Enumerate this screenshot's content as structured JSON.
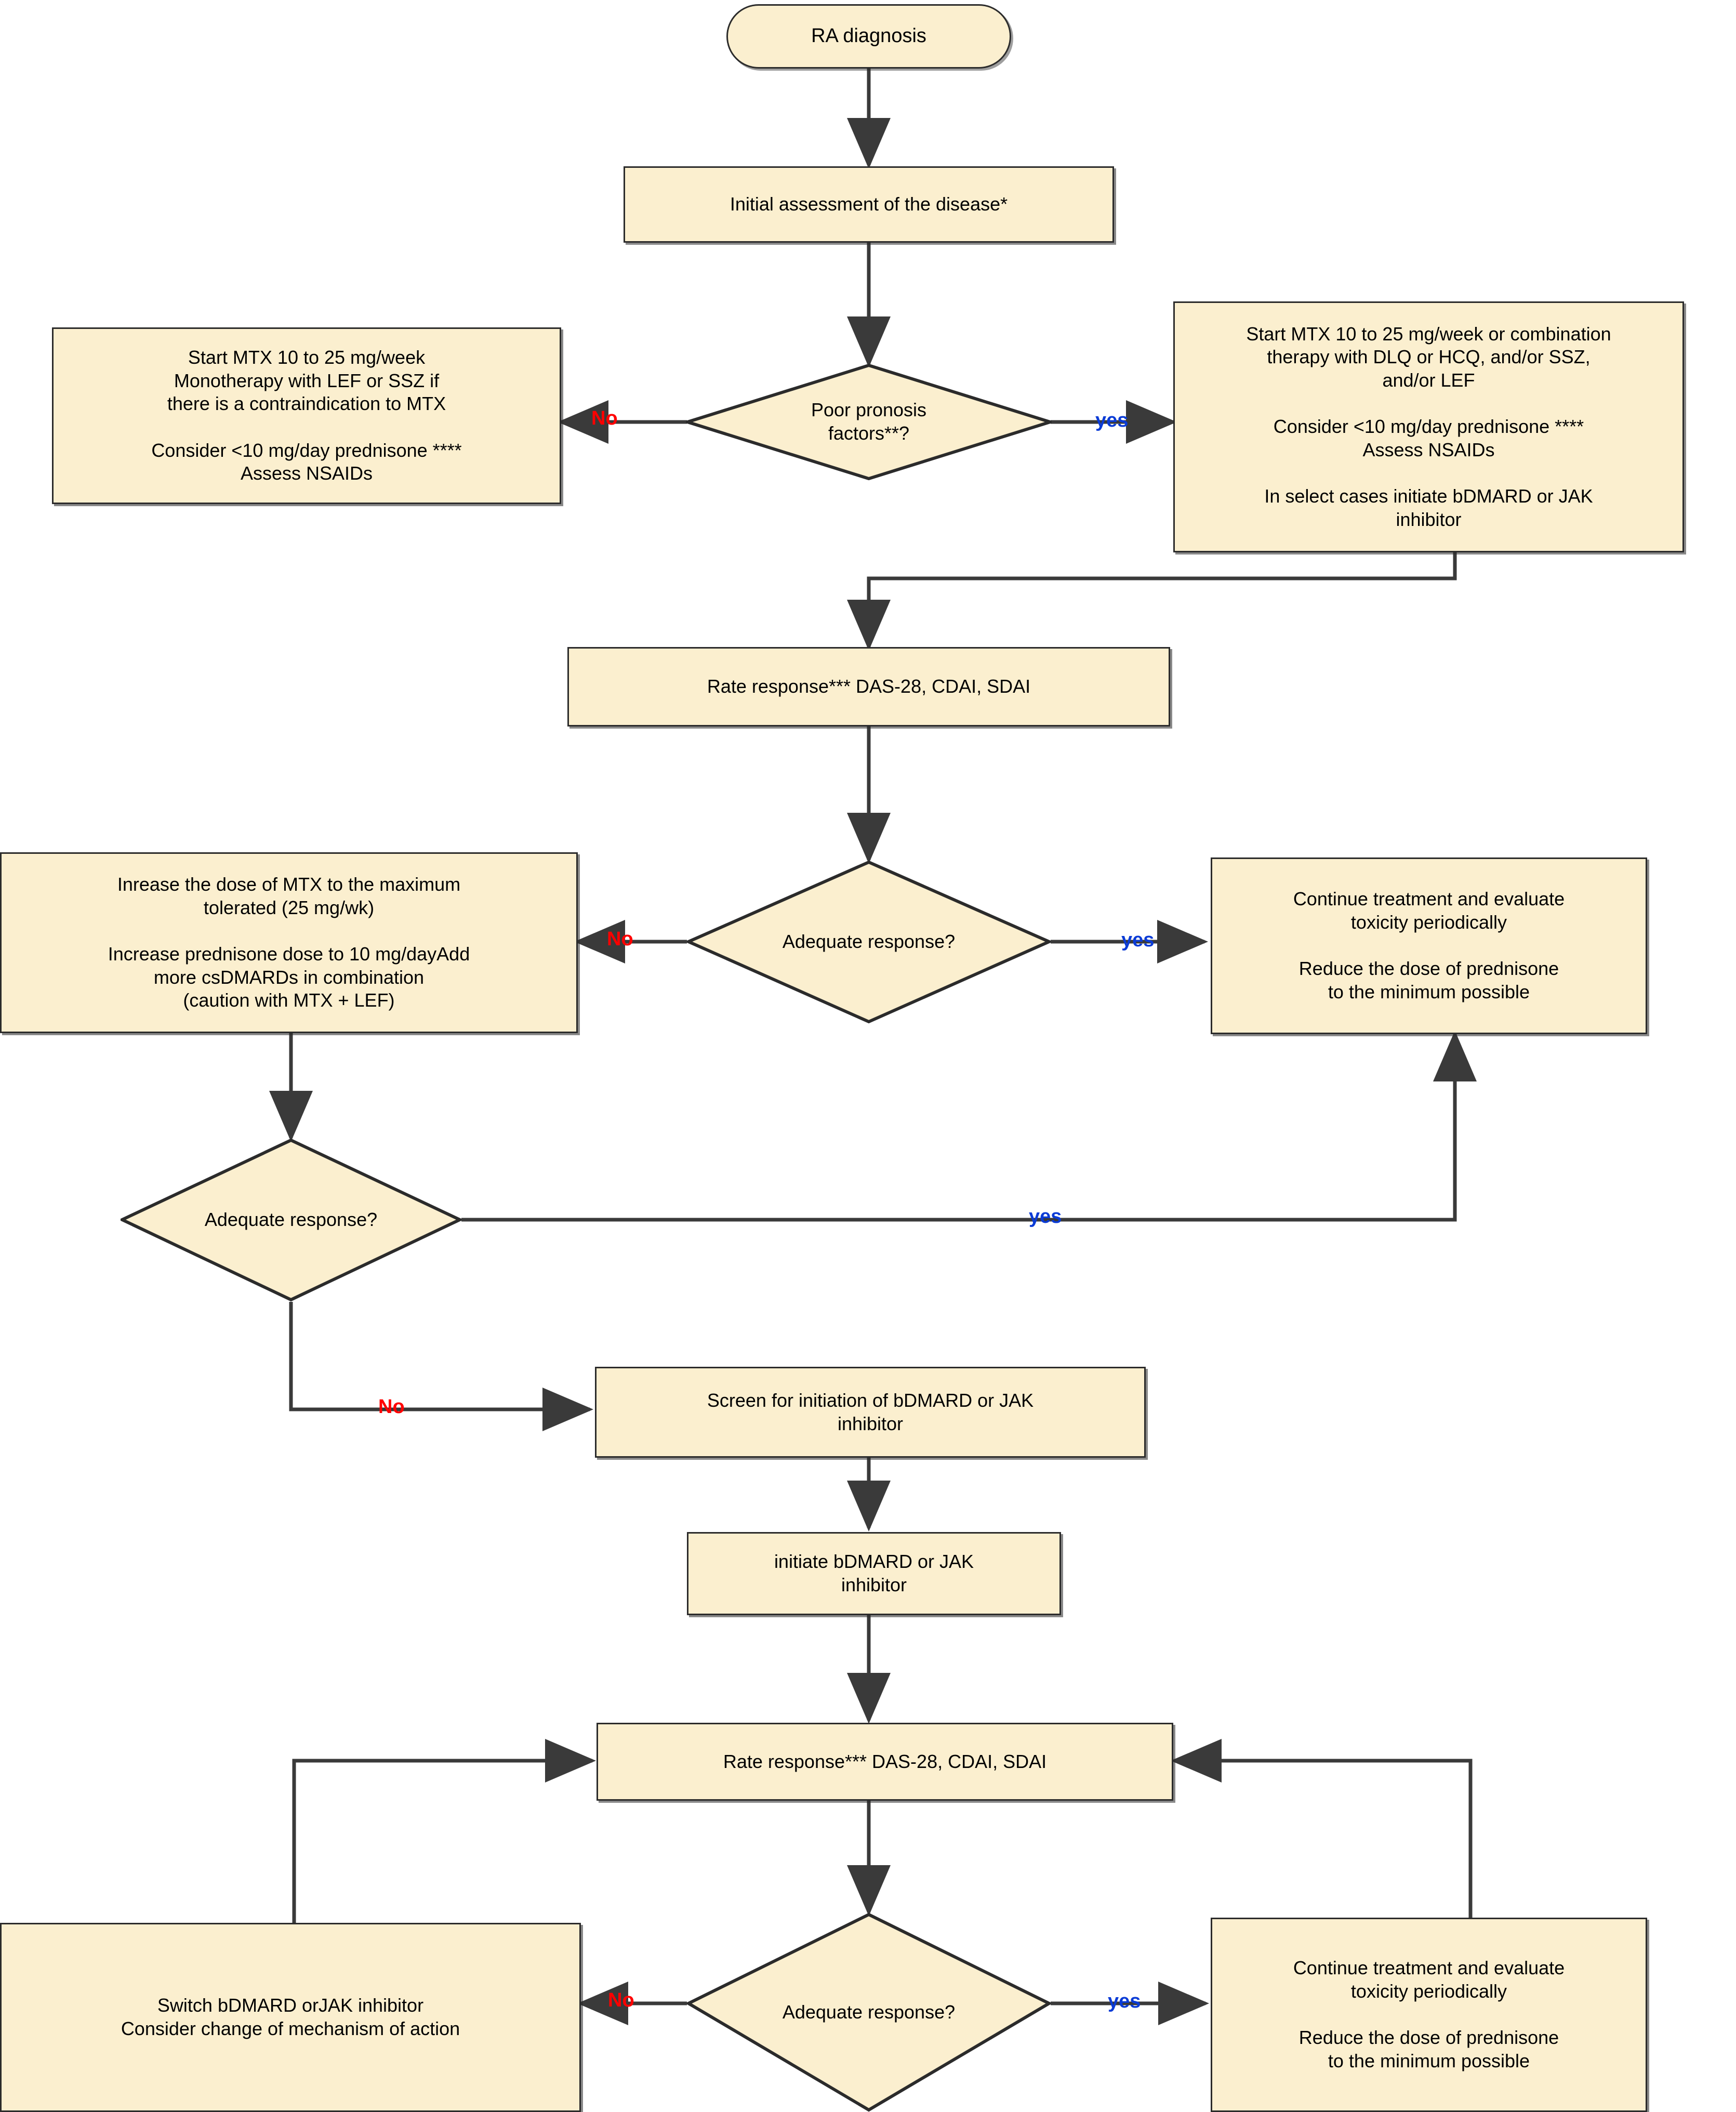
{
  "diagram": {
    "title": "Rheumatoid arthritis treatment algorithm flowchart",
    "colors": {
      "node_fill": "#fbefcf",
      "node_border": "#2b2b2b",
      "edge_stroke": "#3a3a3a",
      "label_no": "#ff0000",
      "label_yes": "#0a3bd6",
      "background": "#ffffff"
    }
  },
  "nodes": {
    "start": {
      "label": "RA diagnosis",
      "shape": "stadium"
    },
    "initial_assessment": {
      "label": "Initial assessment of the disease*",
      "shape": "rect"
    },
    "poor_prognosis": {
      "label": "Poor pronosis\nfactors**?",
      "shape": "diamond"
    },
    "no_poor_prognosis_tx": {
      "label": "Start MTX 10 to 25 mg/week\nMonotherapy with LEF or SSZ if\nthere is a contraindication to MTX\n\nConsider <10 mg/day prednisone ****\nAssess NSAIDs",
      "shape": "rect"
    },
    "poor_prognosis_tx": {
      "label": "Start MTX 10 to 25 mg/week or combination\ntherapy with DLQ or HCQ, and/or SSZ,\nand/or LEF\n\nConsider <10 mg/day prednisone ****\nAssess NSAIDs\n\nIn select cases initiate bDMARD or JAK\ninhibitor",
      "shape": "rect"
    },
    "rate_response_1": {
      "label": "Rate response*** DAS-28, CDAI, SDAI",
      "shape": "rect"
    },
    "adequate_response_1": {
      "label": "Adequate response?",
      "shape": "diamond"
    },
    "escalate_csdmard": {
      "label": "Inrease the dose of MTX to the maximum\ntolerated (25 mg/wk)\n\nIncrease prednisone dose to 10 mg/dayAdd\nmore csDMARDs in combination\n(caution with MTX + LEF)",
      "shape": "rect"
    },
    "continue_treatment_1": {
      "label": "Continue treatment and evaluate\ntoxicity periodically\n\nReduce the dose of prednisone\nto the minimum possible",
      "shape": "rect"
    },
    "adequate_response_2": {
      "label": "Adequate response?",
      "shape": "diamond"
    },
    "screen_bdmard": {
      "label": "Screen for initiation of bDMARD or JAK\ninhibitor",
      "shape": "rect"
    },
    "initiate_bdmard": {
      "label": "initiate bDMARD or JAK\ninhibitor",
      "shape": "rect"
    },
    "rate_response_2": {
      "label": "Rate response*** DAS-28, CDAI, SDAI",
      "shape": "rect"
    },
    "adequate_response_3": {
      "label": "Adequate response?",
      "shape": "diamond"
    },
    "switch_bdmard": {
      "label": "Switch bDMARD orJAK inhibitor\nConsider change of mechanism of action",
      "shape": "rect"
    },
    "continue_treatment_2": {
      "label": "Continue treatment and evaluate\ntoxicity periodically\n\nReduce the dose of prednisone\nto the minimum possible",
      "shape": "rect"
    }
  },
  "edge_labels": {
    "prognosis_no": "No",
    "prognosis_yes": "yes",
    "response1_no": "No",
    "response1_yes": "yes",
    "response2_yes": "yes",
    "response2_no": "No",
    "response3_no": "No",
    "response3_yes": "yes"
  }
}
